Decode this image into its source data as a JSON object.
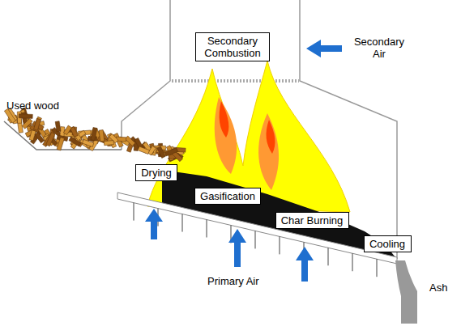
{
  "diagram": {
    "nodes": [
      {
        "text": [
          "Secondary Combustion"
        ]
      },
      {
        "text": [
          "Drying"
        ]
      },
      {
        "text": [
          "Gasification"
        ]
      },
      {
        "text": [
          "Char Burning"
        ]
      },
      {
        "text": [
          "Cooling"
        ]
      }
    ],
    "labels": [
      "Used wood",
      "Secondary Air",
      "Primary Air",
      "Ash"
    ]
  }
}
